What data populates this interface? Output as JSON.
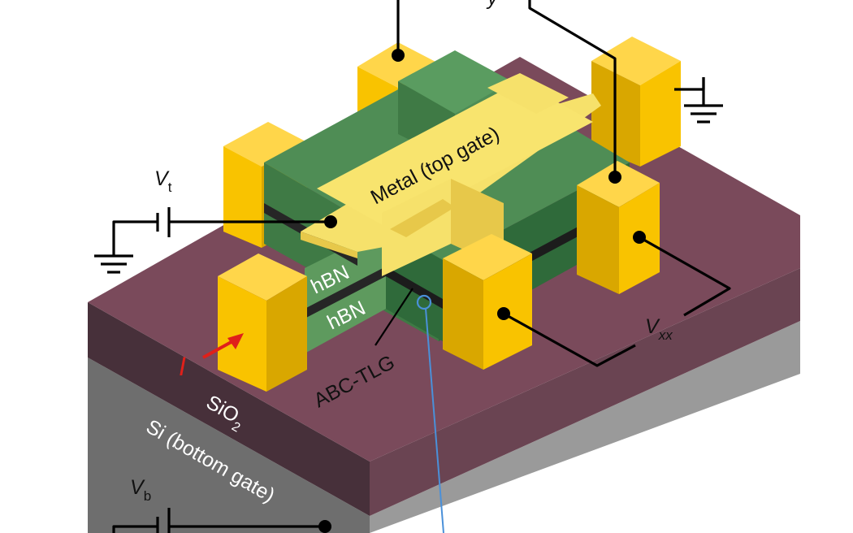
{
  "labels": {
    "metal": "Metal (top gate)",
    "hbn_top": "hBN",
    "hbn_bottom": "hBN",
    "abc_tlg": "ABC-TLG",
    "sio2_main": "SiO",
    "sio2_sub": "2",
    "si": "Si (bottom gate)",
    "vt_main": "V",
    "vt_sub": "t",
    "vb_main": "V",
    "vb_sub": "b",
    "vxx_main": "V",
    "vxx_sub": "xx",
    "vxy_sub": "y",
    "current": "I"
  },
  "colors": {
    "gold": "#F9C300",
    "gold_dark": "#C89A00",
    "metal_yellow": "#F6E16B",
    "hbn_green": "#5E9A5E",
    "sio2_maroon": "#7A4A5B",
    "si_gray": "#8C8C8C",
    "current_red": "#E0201A"
  }
}
